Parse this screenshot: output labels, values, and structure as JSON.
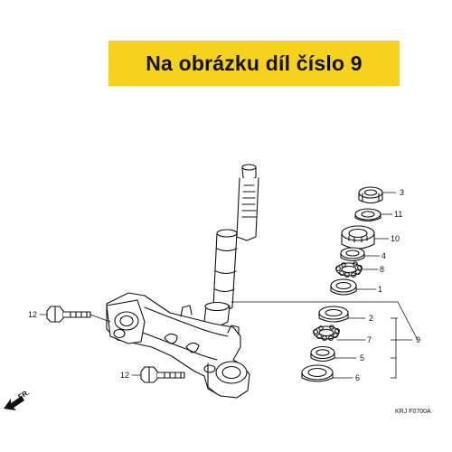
{
  "banner": {
    "text": "Na obrázku díl číslo 9",
    "color": "#f6d21e"
  },
  "callouts": {
    "c1": "1",
    "c2": "2",
    "c3": "3",
    "c4": "4",
    "c5": "5",
    "c6": "6",
    "c7": "7",
    "c8": "8",
    "c9": "9",
    "c10": "10",
    "c11": "11",
    "c12a": "12",
    "c12b": "12"
  },
  "front_marker": "FR.",
  "figure_code": "KRJ F0700A"
}
